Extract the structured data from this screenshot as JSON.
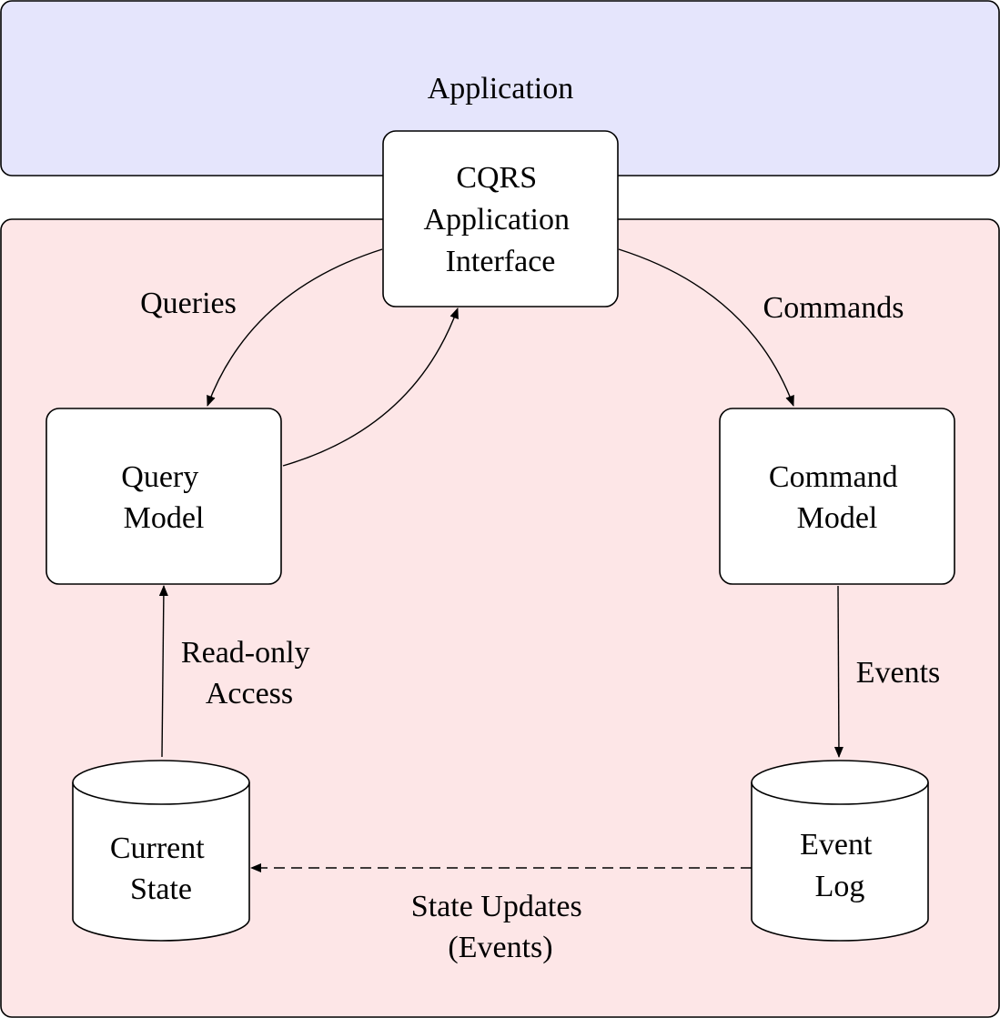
{
  "regions": {
    "application": {
      "label": "Application",
      "fill": "#e5e5fc"
    },
    "system": {
      "fill": "#fde6e7"
    }
  },
  "nodes": {
    "cqrs_interface": {
      "lines": [
        "CQRS",
        "Application",
        "Interface"
      ]
    },
    "query_model": {
      "lines": [
        "Query",
        "Model"
      ]
    },
    "command_model": {
      "lines": [
        "Command",
        "Model"
      ]
    },
    "current_state": {
      "lines": [
        "Current",
        "State"
      ]
    },
    "event_log": {
      "lines": [
        "Event",
        "Log"
      ]
    }
  },
  "edges": {
    "queries": {
      "lines": [
        "Queries"
      ]
    },
    "commands": {
      "lines": [
        "Commands"
      ]
    },
    "read_only_access": {
      "lines": [
        "Read-only",
        "Access"
      ]
    },
    "events": {
      "lines": [
        "Events"
      ]
    },
    "state_updates": {
      "lines": [
        "State Updates",
        "(Events)"
      ]
    }
  }
}
